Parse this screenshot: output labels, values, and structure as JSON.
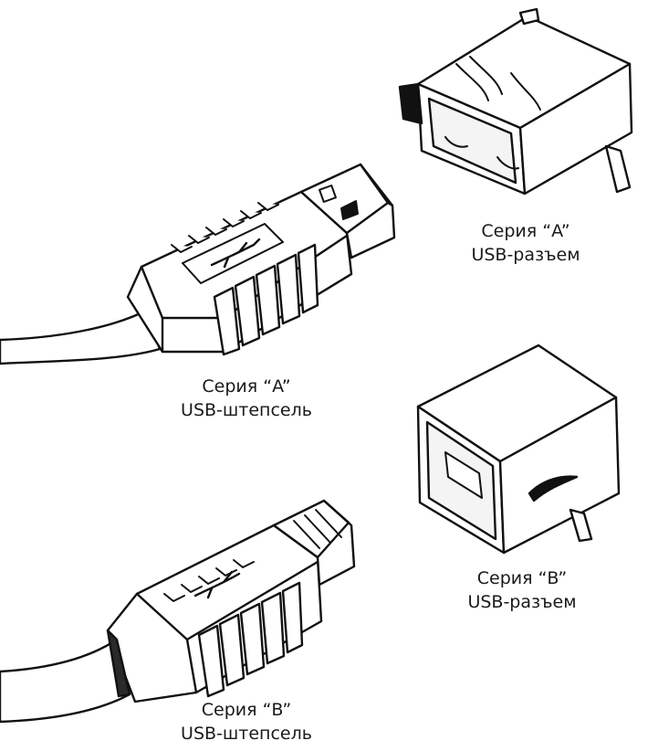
{
  "labels": {
    "a_socket": {
      "line1": "Серия “A”",
      "line2": "USB-разъем"
    },
    "a_plug": {
      "line1": "Серия “A”",
      "line2": "USB-штепсель"
    },
    "b_socket": {
      "line1": "Серия “B”",
      "line2": "USB-разъем"
    },
    "b_plug": {
      "line1": "Серия “B”",
      "line2": "USB-штепсель"
    }
  },
  "colors": {
    "stroke": "#111111",
    "fill": "#ffffff",
    "dark": "#2a2a2a"
  }
}
